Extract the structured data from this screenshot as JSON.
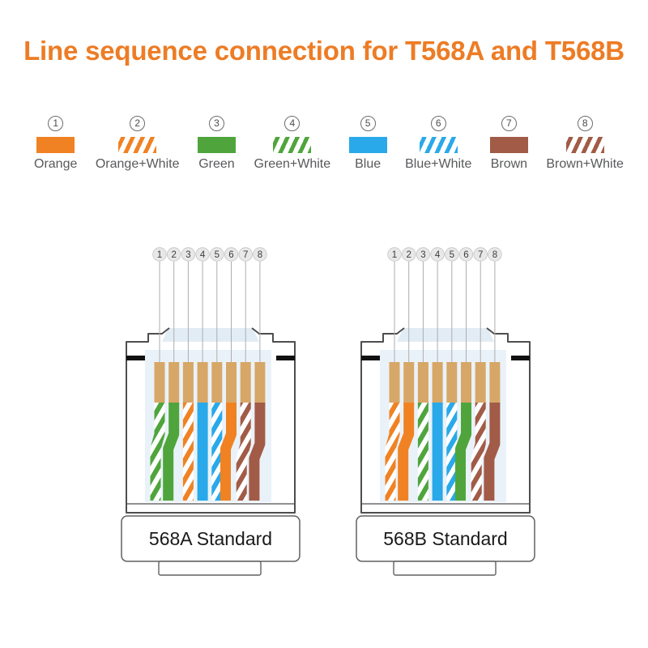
{
  "title": {
    "text": "Line sequence connection for T568A and T568B",
    "color": "#ED7C25"
  },
  "legend": {
    "items": [
      {
        "number": "1",
        "label": "Orange",
        "color_key": "orange",
        "striped": false
      },
      {
        "number": "2",
        "label": "Orange+White",
        "color_key": "orange",
        "striped": true
      },
      {
        "number": "3",
        "label": "Green",
        "color_key": "green",
        "striped": false
      },
      {
        "number": "4",
        "label": "Green+White",
        "color_key": "green",
        "striped": true
      },
      {
        "number": "5",
        "label": "Blue",
        "color_key": "blue",
        "striped": false
      },
      {
        "number": "6",
        "label": "Blue+White",
        "color_key": "blue",
        "striped": true
      },
      {
        "number": "7",
        "label": "Brown",
        "color_key": "brown",
        "striped": false
      },
      {
        "number": "8",
        "label": "Brown+White",
        "color_key": "brown",
        "striped": true
      }
    ]
  },
  "colors": {
    "orange": "#F08223",
    "green": "#4FA53C",
    "blue": "#29A9E9",
    "brown": "#A15B46",
    "pin_tan": "#D7A767",
    "shell_fill": "#EAF2F9",
    "clip_fill": "#E2ECF5",
    "outline": "#4D4E50",
    "leader": "#ADADAD",
    "circle_fill": "#E8E8E8",
    "circle_ring": "#C4C4C4",
    "circle_text": "#3D3D3D",
    "black_bar": "#111111",
    "label_text": "#1A1A1A"
  },
  "pin_numbers": [
    "1",
    "2",
    "3",
    "4",
    "5",
    "6",
    "7",
    "8"
  ],
  "connectors": [
    {
      "label": "568A Standard",
      "wires": [
        "green-white",
        "green",
        "orange-white",
        "blue",
        "blue-white",
        "orange",
        "brown-white",
        "brown"
      ]
    },
    {
      "label": "568B Standard",
      "wires": [
        "orange-white",
        "orange",
        "green-white",
        "blue",
        "blue-white",
        "green",
        "brown-white",
        "brown"
      ]
    }
  ]
}
